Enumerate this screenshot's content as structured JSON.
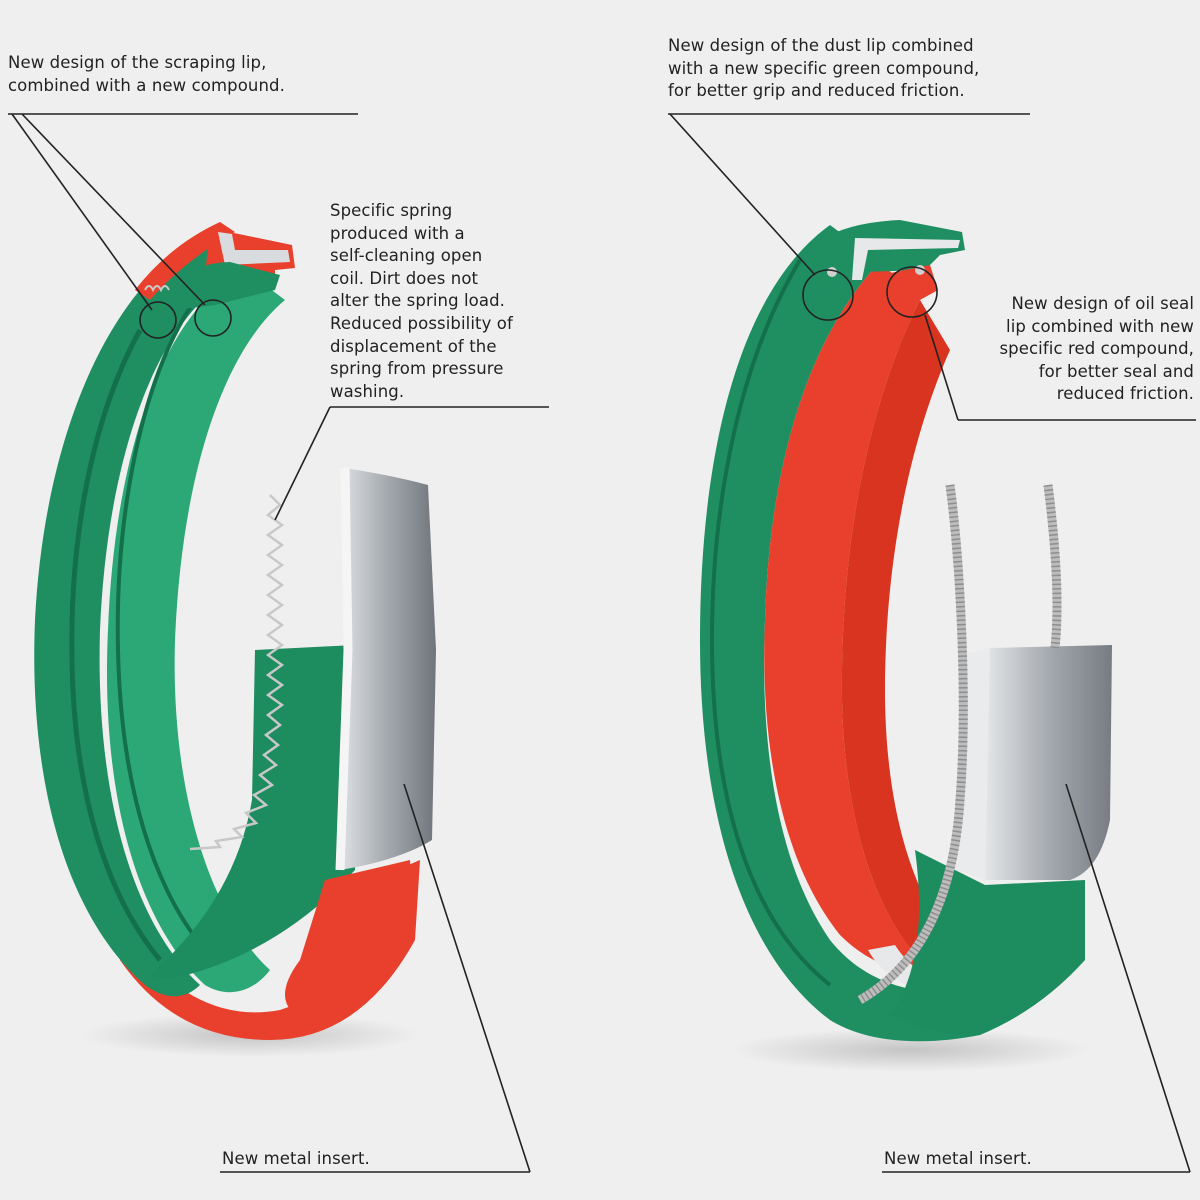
{
  "annotations": {
    "scraping_lip": [
      "New design of the scraping lip,",
      "combined with a new compound."
    ],
    "spring": [
      "Specific spring",
      "produced with a",
      "self-cleaning open",
      "coil. Dirt does not",
      "alter the spring load.",
      "Reduced possibility of",
      "displacement of the",
      "spring from pressure",
      "washing."
    ],
    "dust_lip": [
      "New design of the dust lip combined",
      "with a new specific green compound,",
      "for better grip and reduced friction."
    ],
    "oil_seal_lip": [
      "New design of oil seal",
      "lip combined with new",
      "specific red compound,",
      "for better seal and",
      "reduced friction."
    ],
    "metal_insert_left": "New metal insert.",
    "metal_insert_right": "New metal insert."
  },
  "colors": {
    "background": "#efefef",
    "green_compound": "#1f8f62",
    "red_compound": "#e8402c",
    "metal": "#9aa0a6",
    "leader_line": "#222222"
  }
}
